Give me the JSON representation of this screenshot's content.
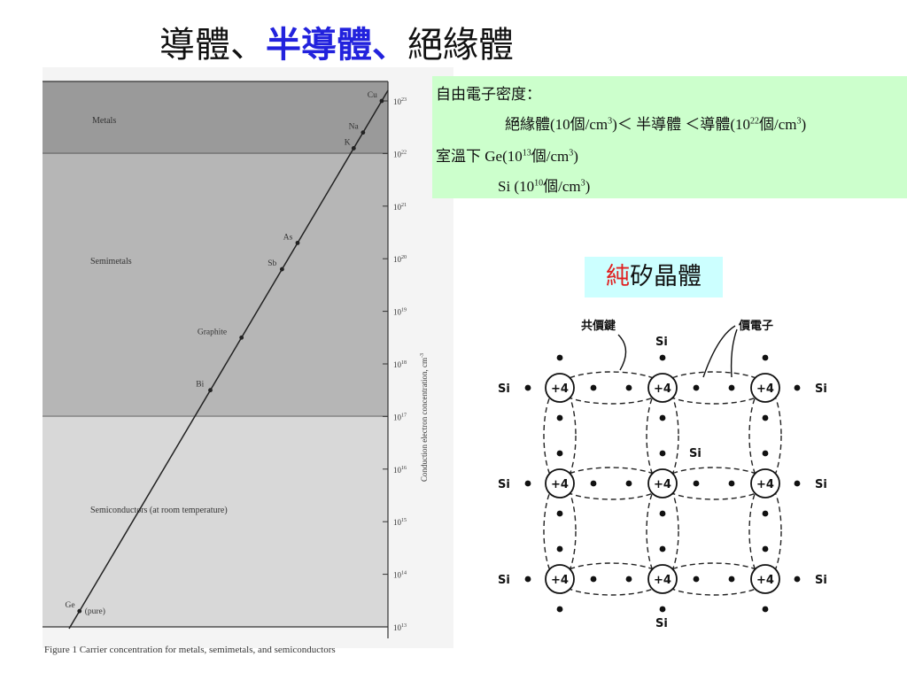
{
  "title": {
    "part1": "導體、",
    "part2": "半導體、",
    "part3": "絕緣體"
  },
  "left_figure": {
    "regions": [
      {
        "name": "Metals",
        "from_exp": 22,
        "to_exp": 24
      },
      {
        "name": "Semimetals",
        "from_exp": 17,
        "to_exp": 22
      },
      {
        "name": "Semiconductors (at room temperature)",
        "from_exp": 13,
        "to_exp": 17
      }
    ],
    "axis_label": "Conduction electron concentration, cm",
    "axis_label_exp": "-3",
    "ticks": [
      {
        "base": "10",
        "exp": "23",
        "value": 23
      },
      {
        "base": "10",
        "exp": "22",
        "value": 22
      },
      {
        "base": "10",
        "exp": "21",
        "value": 21
      },
      {
        "base": "10",
        "exp": "20",
        "value": 20
      },
      {
        "base": "10",
        "exp": "19",
        "value": 19
      },
      {
        "base": "10",
        "exp": "18",
        "value": 18
      },
      {
        "base": "10",
        "exp": "17",
        "value": 17
      },
      {
        "base": "10",
        "exp": "16",
        "value": 16
      },
      {
        "base": "10",
        "exp": "15",
        "value": 15
      },
      {
        "base": "10",
        "exp": "14",
        "value": 14
      },
      {
        "base": "10",
        "exp": "13",
        "value": 13
      }
    ],
    "points": [
      {
        "label": "Cu",
        "exp": 23.0
      },
      {
        "label": "Na",
        "exp": 22.4
      },
      {
        "label": "K",
        "exp": 22.1
      },
      {
        "label": "As",
        "exp": 20.3
      },
      {
        "label": "Sb",
        "exp": 19.8
      },
      {
        "label": "Graphite",
        "exp": 18.5
      },
      {
        "label": "Bi",
        "exp": 17.5
      },
      {
        "label": "Ge",
        "exp": 13.3,
        "note": "(pure)"
      }
    ],
    "caption": "Figure 1  Carrier concentration for metals, semimetals, and semiconductors"
  },
  "info_box": {
    "line1": "自由電子密度：",
    "line2": {
      "a": "絕緣體(10個/cm",
      "a_sup": "3",
      "b": ")＜ 半導體 ＜導體(10",
      "b_sup": "22",
      "c": "個/cm",
      "c_sup": "3",
      "d": ")"
    },
    "line3": {
      "a": "室溫下 Ge(10",
      "a_sup": "13",
      "b": "個/cm",
      "b_sup": "3",
      "c": ")"
    },
    "line4": {
      "a": "Si (10",
      "a_sup": "10",
      "b": "個/cm",
      "b_sup": "3",
      "c": ")"
    }
  },
  "crystal": {
    "title_red": "純",
    "title_rest": "矽晶體",
    "label_covalent": "共價鍵",
    "label_valence": "價電子",
    "atom_charge": "+4",
    "neighbor_label": "Si",
    "center_label": "Si"
  }
}
